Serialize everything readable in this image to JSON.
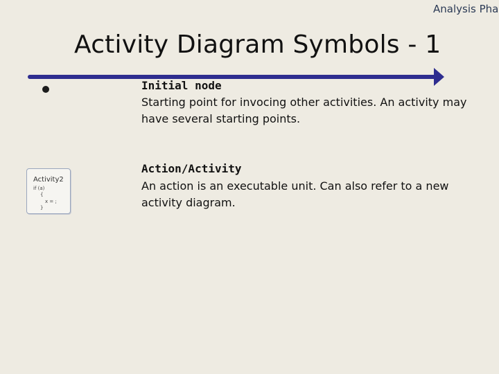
{
  "header": {
    "section_text": "Analysis Pha"
  },
  "slide": {
    "title": "Activity Diagram Symbols - 1"
  },
  "items": [
    {
      "title": "Initial node",
      "description": "Starting point for invocing other activities. An activity may have several starting points.",
      "symbol_icon": "filled-circle-icon"
    },
    {
      "title": "Action/Activity",
      "description": "An action is an executable unit. Can also refer to a new activity diagram.",
      "symbol_icon": "activity-box-icon",
      "symbol": {
        "name": "Activity2",
        "code_lines": [
          "if (a)",
          "{",
          "x = ;",
          "}"
        ]
      }
    }
  ],
  "colors": {
    "background": "#eeebe2",
    "accent_line": "#2e2d8f",
    "header_text": "#2b3a55"
  }
}
